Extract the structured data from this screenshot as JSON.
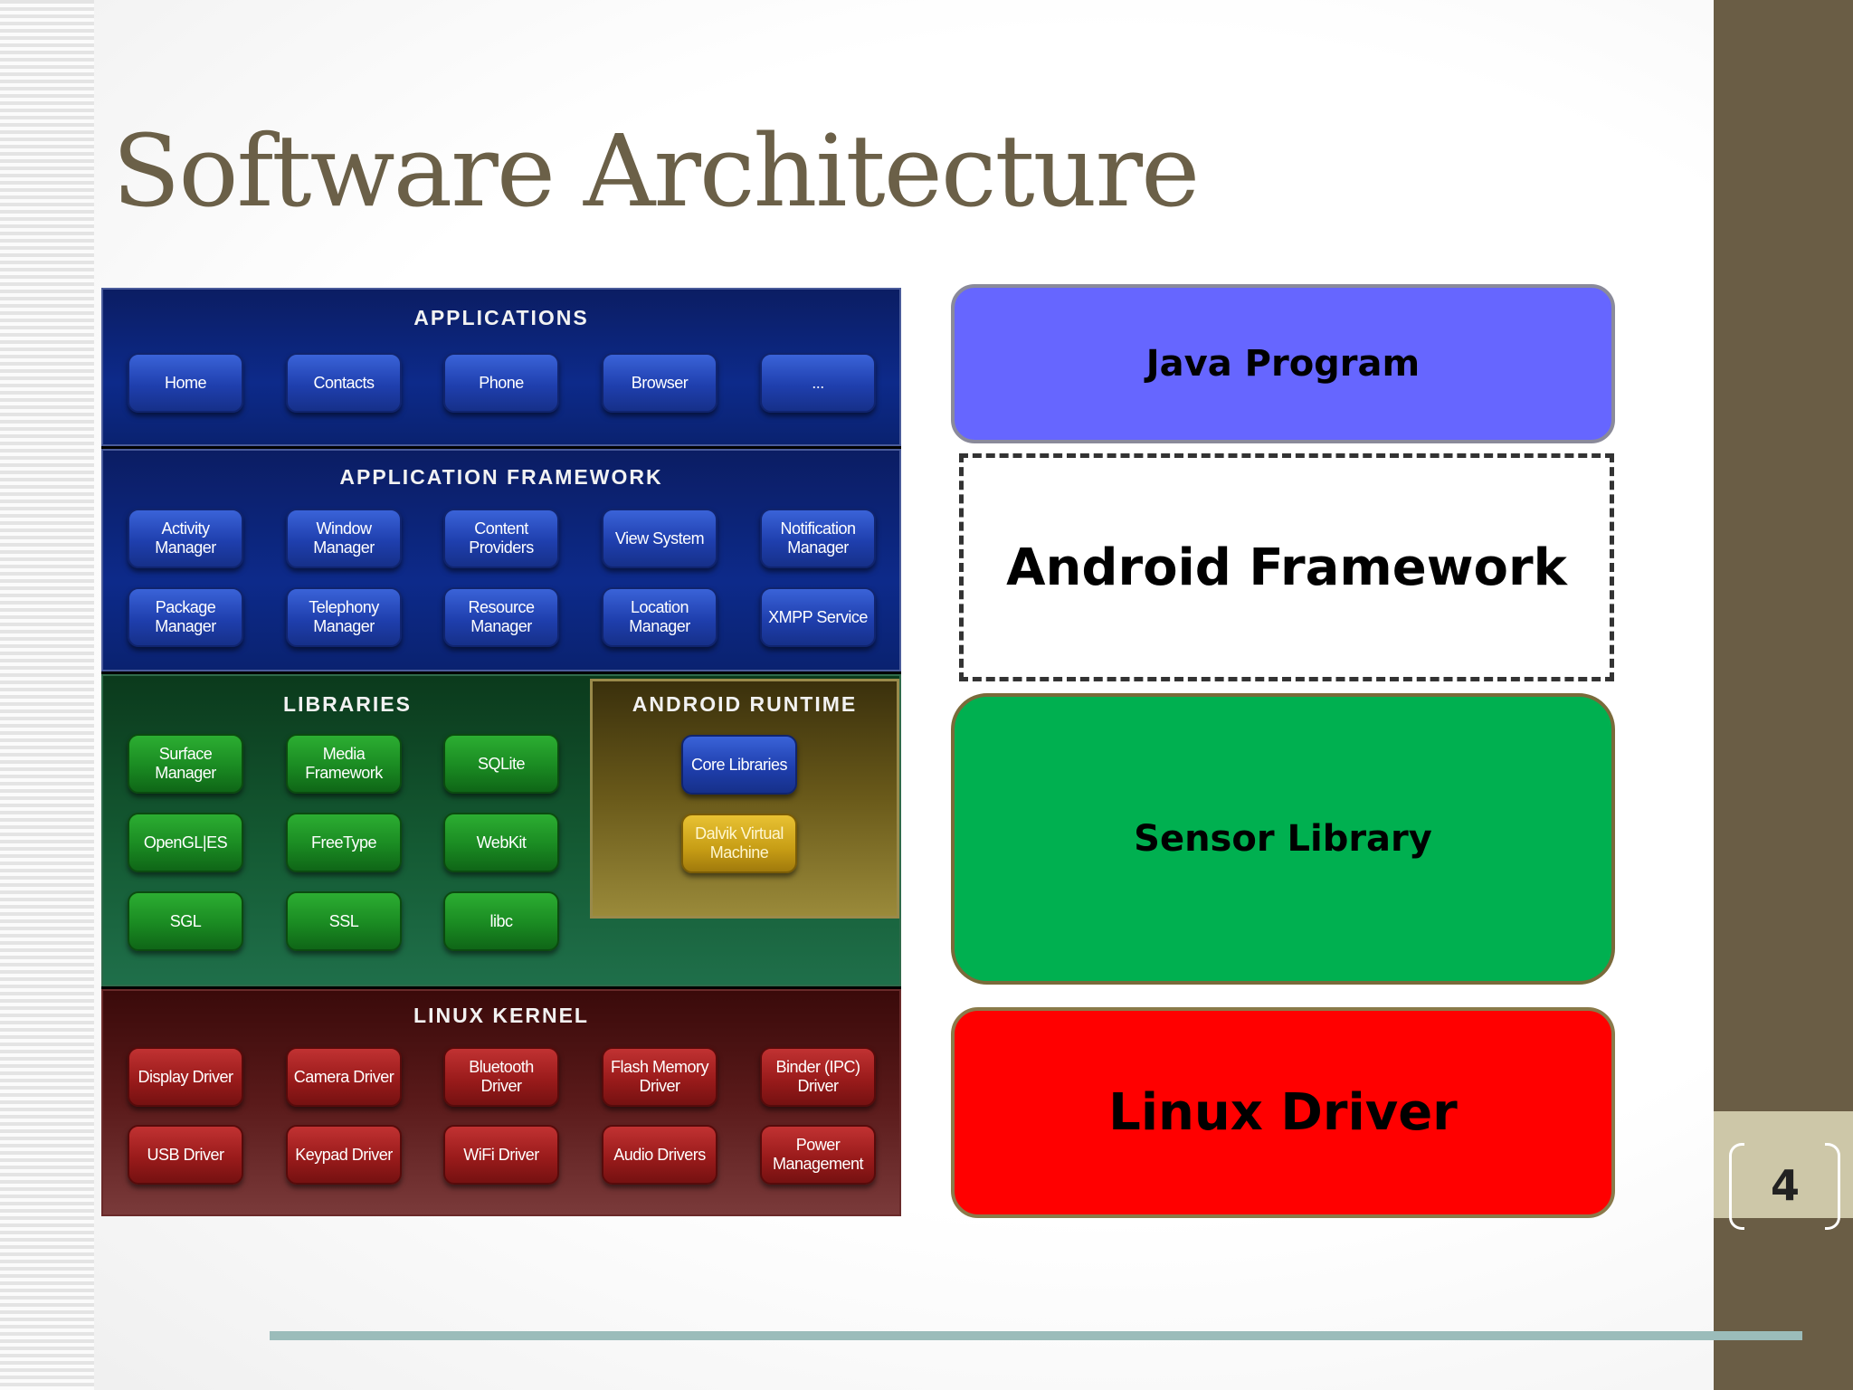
{
  "slide": {
    "title": "Software Architecture",
    "page_number": "4"
  },
  "stack_diagram": {
    "applications": {
      "title": "Applications",
      "items": [
        "Home",
        "Contacts",
        "Phone",
        "Browser",
        "..."
      ]
    },
    "framework": {
      "title": "Application Framework",
      "items": [
        "Activity Manager",
        "Window Manager",
        "Content Providers",
        "View System",
        "Notification Manager",
        "Package Manager",
        "Telephony Manager",
        "Resource Manager",
        "Location Manager",
        "XMPP Service"
      ]
    },
    "libraries": {
      "title": "Libraries",
      "items": [
        "Surface Manager",
        "Media Framework",
        "SQLite",
        "OpenGL|ES",
        "FreeType",
        "WebKit",
        "SGL",
        "SSL",
        "libc"
      ]
    },
    "runtime": {
      "title": "Android Runtime",
      "items": [
        "Core Libraries",
        "Dalvik Virtual Machine"
      ]
    },
    "kernel": {
      "title": "Linux Kernel",
      "items": [
        "Display Driver",
        "Camera Driver",
        "Bluetooth Driver",
        "Flash Memory Driver",
        "Binder (IPC) Driver",
        "USB Driver",
        "Keypad Driver",
        "WiFi Driver",
        "Audio Drivers",
        "Power Management"
      ]
    }
  },
  "right_stack": {
    "java_program": "Java Program",
    "android_framework": "Android Framework",
    "sensor_library": "Sensor Library",
    "linux_driver": "Linux Driver"
  },
  "colors": {
    "title": "#6b6048",
    "java_program": "#6666ff",
    "sensor_library": "#00b050",
    "linux_driver": "#ff0000",
    "side_bar": "#6a5d45"
  }
}
